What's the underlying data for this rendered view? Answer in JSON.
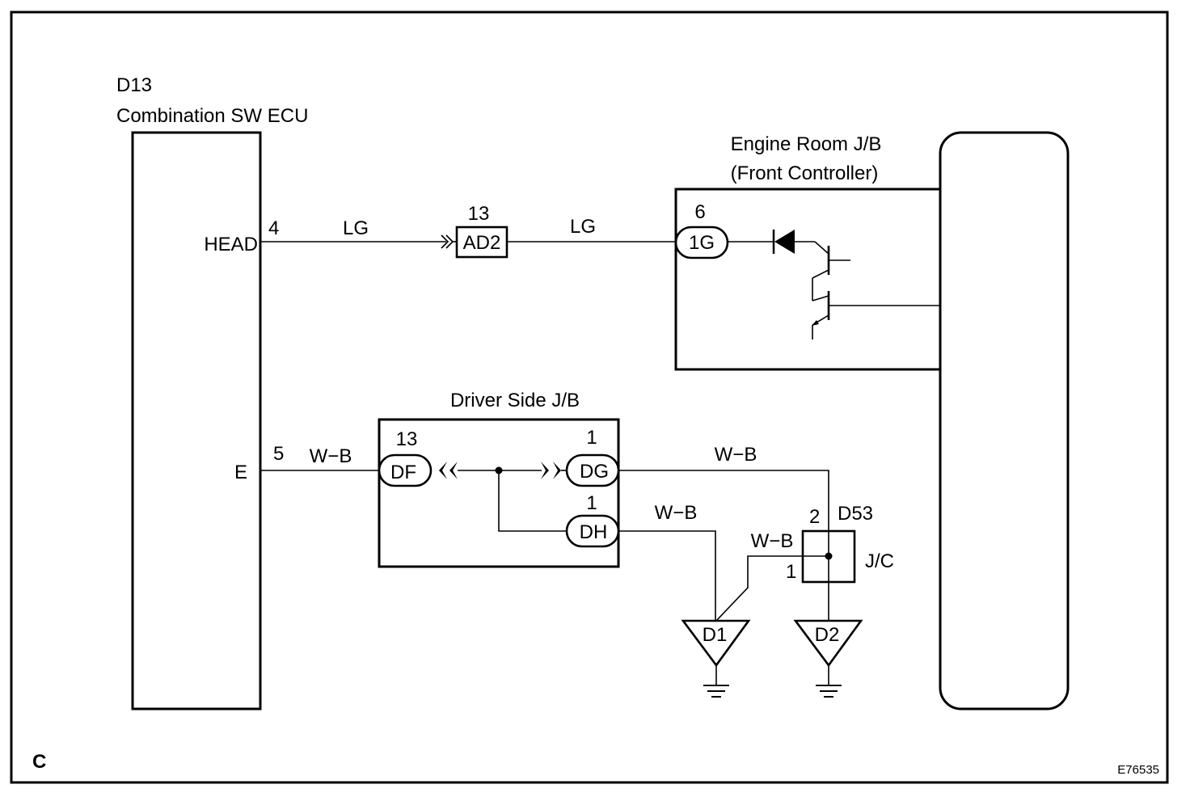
{
  "ecu": {
    "code": "D13",
    "name": "Combination SW ECU",
    "pin_head_label": "HEAD",
    "pin_head_no": "4",
    "pin_e_label": "E",
    "pin_e_no": "5"
  },
  "wire_colors": {
    "lg_1": "LG",
    "lg_2": "LG",
    "wb_1": "W−B",
    "wb_2": "W−B",
    "wb_3": "W−B",
    "wb_4": "W−B"
  },
  "connector_ad2": {
    "code": "AD2",
    "pin": "13"
  },
  "engine_jb": {
    "title_line1": "Engine Room J/B",
    "title_line2": "(Front Controller)",
    "connector": "1G",
    "pin": "6"
  },
  "driver_jb": {
    "title": "Driver Side J/B",
    "df": {
      "code": "DF",
      "pin": "13"
    },
    "dg": {
      "code": "DG",
      "pin": "1"
    },
    "dh": {
      "code": "DH",
      "pin": "1"
    }
  },
  "jc": {
    "code": "D53",
    "label": "J/C",
    "pin_2": "2",
    "pin_1": "1"
  },
  "grounds": {
    "d1": "D1",
    "d2": "D2"
  },
  "footer": {
    "corner_letter": "C",
    "figure_code": "E76535"
  }
}
